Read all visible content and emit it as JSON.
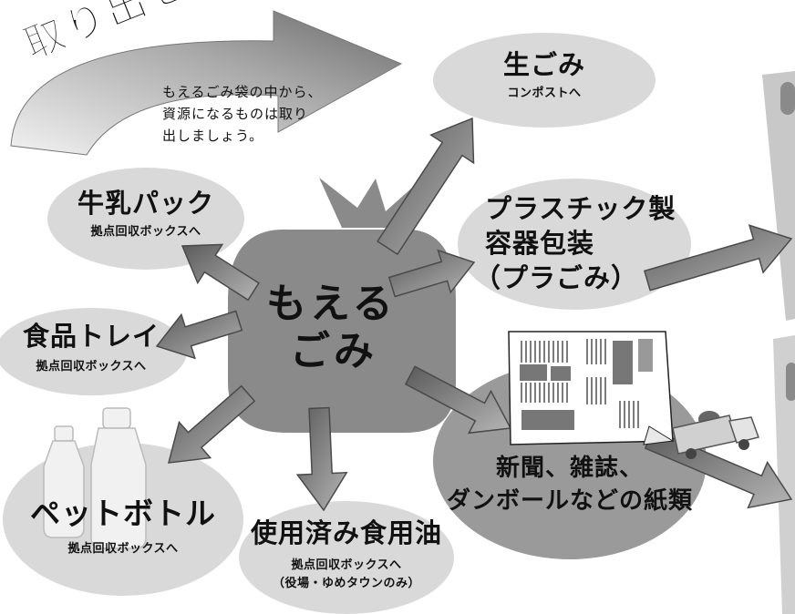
{
  "banner": {
    "title": "取り出せ！資源！",
    "description": [
      "もえるごみ袋の中から、",
      "資源になるものは取り",
      "出しましょう。"
    ]
  },
  "center": {
    "lines": [
      "もえる",
      "ごみ"
    ]
  },
  "items": {
    "kitchen_waste": {
      "label": "生ごみ",
      "dest": "コンポストへ"
    },
    "milk_carton": {
      "label": "牛乳パック",
      "dest": "拠点回収ボックスへ"
    },
    "plastic": {
      "lines": [
        "プラスチック製",
        "容器包装",
        "（プラごみ）"
      ]
    },
    "food_tray": {
      "label": "食品トレイ",
      "dest": "拠点回収ボックスへ"
    },
    "pet_bottle": {
      "label": "ペットボトル",
      "dest": "拠点回収ボックスへ"
    },
    "cooking_oil": {
      "label": "使用済み食用油",
      "dest": [
        "拠点回収ボックスへ",
        "（役場・ゆめタウンのみ）"
      ]
    },
    "paper": {
      "lines": [
        "新聞、雑誌、",
        "ダンボールなどの紙類"
      ]
    }
  },
  "icons": [
    "newspaper-icon",
    "pet-bottle-icon",
    "garbage-truck-icon",
    "garbage-bag-icon"
  ],
  "colors": {
    "ellipse": "#d9d9d9",
    "bag": "#8a8a8a",
    "arrow": "#808080",
    "paper_ellipse": "#9a9a9a",
    "text": "#111111"
  }
}
